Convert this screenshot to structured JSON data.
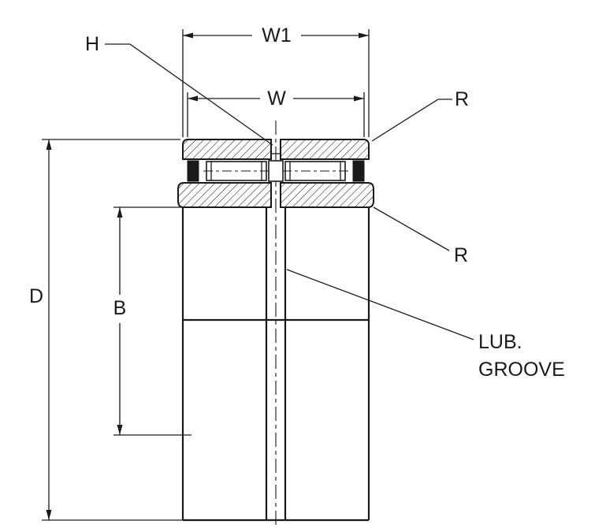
{
  "drawing": {
    "labels": {
      "w1": "W1",
      "w": "W",
      "h": "H",
      "r_top": "R",
      "r_bottom": "R",
      "d": "D",
      "b": "B",
      "lub_groove_line1": "LUB.",
      "lub_groove_line2": "GROOVE"
    },
    "colors": {
      "line": "#1a1a1a",
      "background": "#ffffff"
    }
  }
}
